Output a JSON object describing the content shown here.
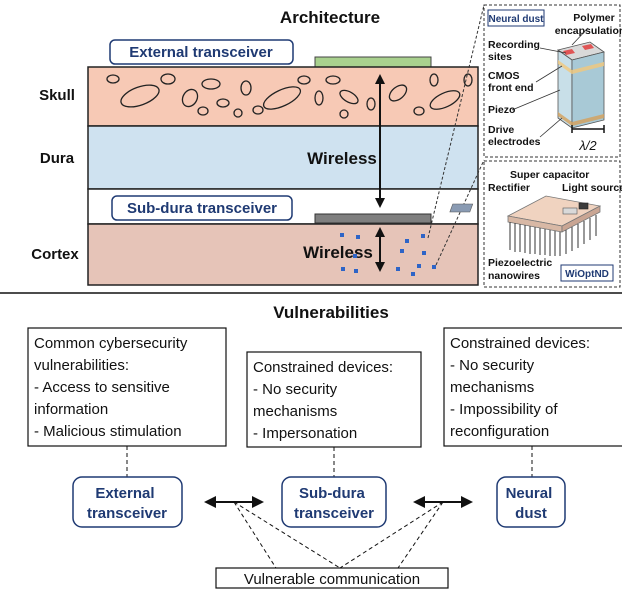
{
  "architecture": {
    "title": "Architecture",
    "layers": {
      "skull": "Skull",
      "dura": "Dura",
      "cortex": "Cortex"
    },
    "external_transceiver_label": "External transceiver",
    "subdura_transceiver_label": "Sub-dura transceiver",
    "wireless_upper": "Wireless",
    "wireless_lower": "Wireless",
    "neural_dust_inset": {
      "tag": "Neural dust",
      "polymer": "Polymer",
      "encapsulation": "encapsulation",
      "recording": "Recording",
      "sites": "sites",
      "cmos": "CMOS",
      "front_end": "front end",
      "piezo": "Piezo",
      "drive": "Drive",
      "electrodes": "electrodes",
      "lambda": "λ/2"
    },
    "wioptnd_inset": {
      "super_capacitor": "Super capacitor",
      "rectifier": "Rectifier",
      "light_source": "Light source",
      "piezoelectric": "Piezoelectric",
      "nanowires": "nanowires",
      "tag": "WiOptND"
    }
  },
  "vulnerabilities": {
    "title": "Vulnerabilities",
    "box_left": [
      "Common cybersecurity",
      "vulnerabilities:",
      "- Access to sensitive",
      "information",
      "- Malicious stimulation"
    ],
    "box_middle": [
      "Constrained devices:",
      "- No security",
      "mechanisms",
      "- Impersonation"
    ],
    "box_right": [
      "Constrained devices:",
      "- No security",
      "mechanisms",
      "- Impossibility of",
      "reconfiguration"
    ],
    "node_external": [
      "External",
      "transceiver"
    ],
    "node_subdura": [
      "Sub-dura",
      "transceiver"
    ],
    "node_dust": [
      "Neural",
      "dust"
    ],
    "vulnerable_communication": "Vulnerable communication"
  },
  "colors": {
    "skull": "#f7c9b5",
    "dura": "#cfe2f0",
    "cortex": "#e6c4b8",
    "external_device": "#a9d18e",
    "subdura_device": "#7f7f7f",
    "label_blue": "#1f3a73",
    "dots": "#2e64c7"
  }
}
